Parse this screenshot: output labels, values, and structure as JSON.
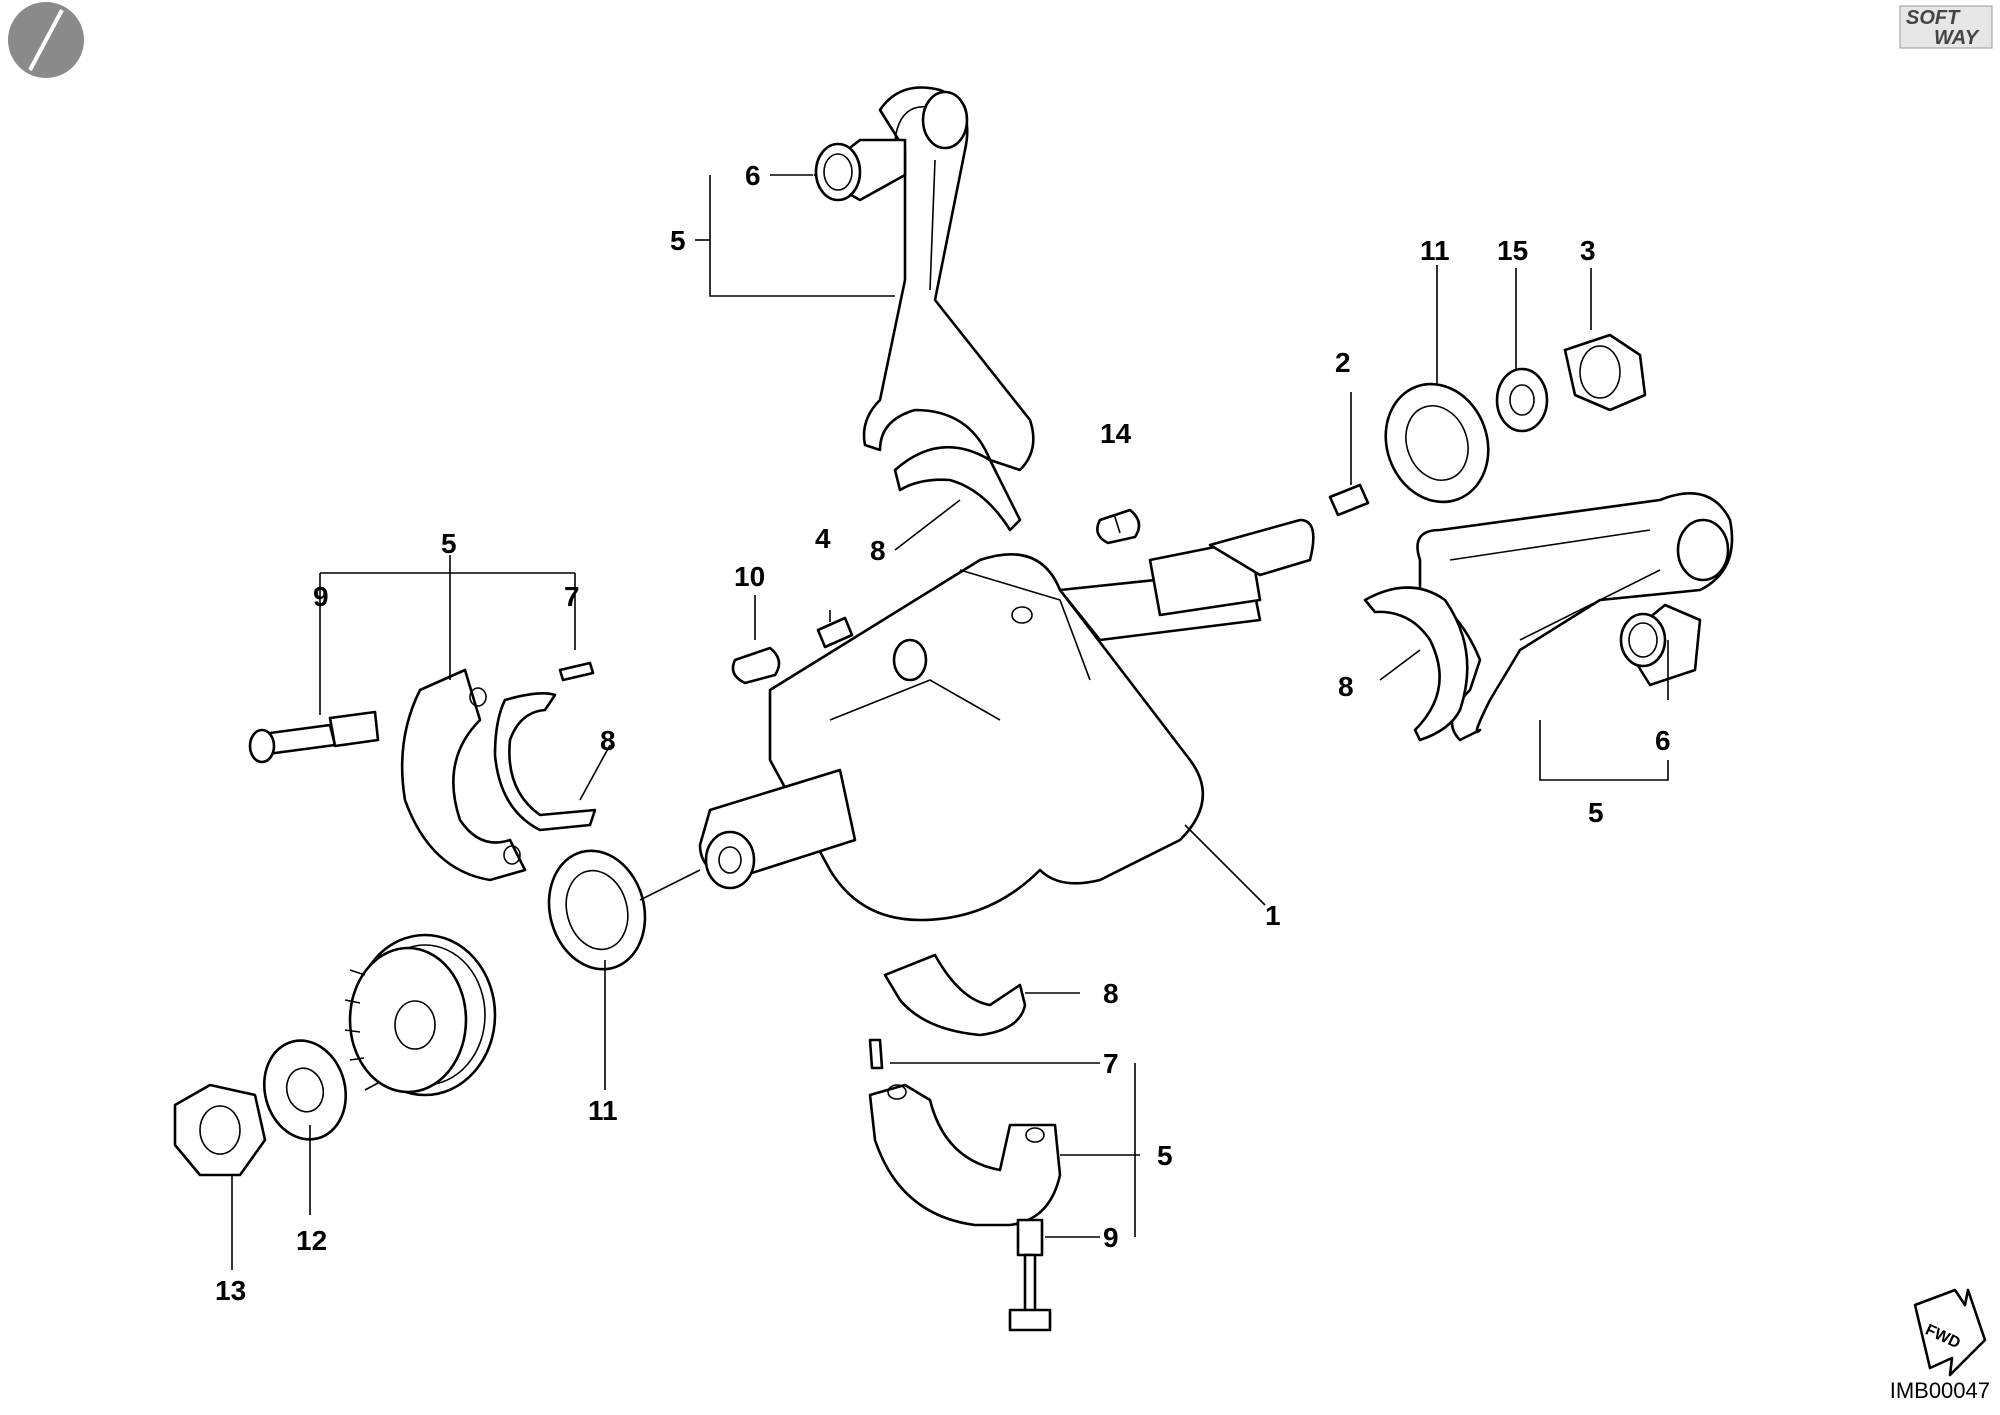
{
  "brand": {
    "line1": "SOFT",
    "line2": "WAY"
  },
  "reference_code": "IMB00047",
  "direction_badge": "FWD",
  "callouts": {
    "c1": "1",
    "c2": "2",
    "c3": "3",
    "c4": "4",
    "c5a": "5",
    "c5b": "5",
    "c5c": "5",
    "c5d": "5",
    "c6a": "6",
    "c6b": "6",
    "c7a": "7",
    "c7b": "7",
    "c8a": "8",
    "c8b": "8",
    "c8c": "8",
    "c8d": "8",
    "c9a": "9",
    "c9b": "9",
    "c10": "10",
    "c11a": "11",
    "c11b": "11",
    "c12": "12",
    "c13": "13",
    "c14": "14",
    "c15": "15"
  },
  "colors": {
    "line": "#000000",
    "background": "#ffffff",
    "logo": "#8a8a8a"
  }
}
